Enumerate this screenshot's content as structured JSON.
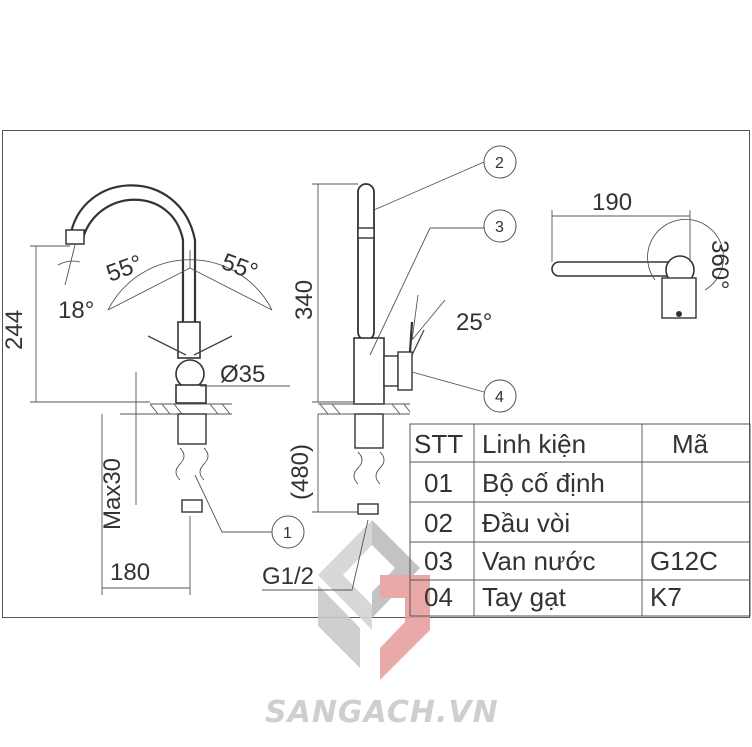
{
  "dimensions": {
    "height_244": "244",
    "angle_18": "18°",
    "angle_55_left": "55°",
    "angle_55_right": "55°",
    "diameter": "Ø35",
    "max30": "Max30",
    "width_180": "180",
    "height_340": "340",
    "angle_25": "25°",
    "height_480": "(480)",
    "thread": "G1/2",
    "length_190": "190",
    "rotation": "360°"
  },
  "callouts": [
    "2",
    "3",
    "4",
    "1"
  ],
  "table": {
    "headers": [
      "STT",
      "Linh kiện",
      "Mã"
    ],
    "rows": [
      [
        "01",
        "Bộ cố định",
        ""
      ],
      [
        "02",
        "Đầu vòi",
        ""
      ],
      [
        "03",
        "Van nước",
        "G12C"
      ],
      [
        "04",
        "Tay gạt",
        "K7"
      ]
    ]
  },
  "watermark": {
    "brand_text": "SANGACH.VN",
    "logo_name": "sg-logo"
  },
  "colors": {
    "line": "#444444",
    "logo_gray": "#cfcfcf",
    "logo_red": "#e89a9a"
  }
}
